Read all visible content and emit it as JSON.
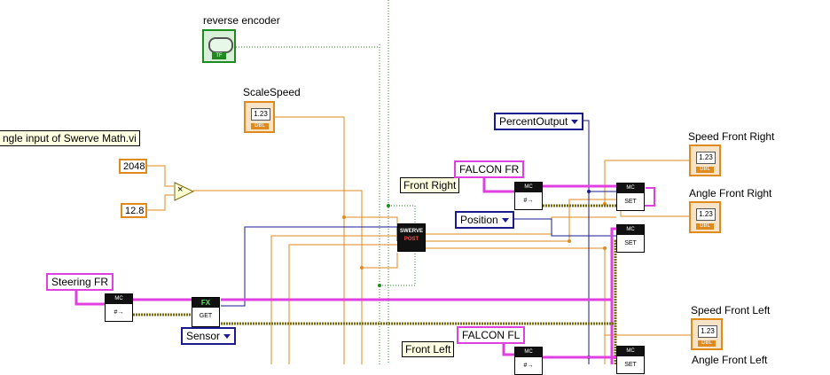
{
  "diagram": {
    "controls": {
      "reverse_encoder": {
        "label": "reverse encoder",
        "tag": "TF"
      },
      "scale_speed": {
        "label": "ScaleSpeed",
        "screen": "1.23",
        "tag": "DBL"
      }
    },
    "comments": {
      "angle_input": "ngle input of Swerve Math.vi",
      "front_right": "Front Right",
      "front_left": "Front Left"
    },
    "constants": {
      "encoder_ticks": "2048",
      "gear_ratio": "12.8"
    },
    "multiply_symbol": "×",
    "refnums": {
      "falcon_fr": "FALCON FR",
      "falcon_fl": "FALCON FL",
      "steering_fr": "Steering FR"
    },
    "enums": {
      "percent_output": "PercentOutput",
      "position": "Position",
      "sensor": "Sensor"
    },
    "vis": {
      "mc_top": "MC",
      "mc_fmt_body": "#→",
      "set_body": "SET",
      "fx_top": "FX",
      "get_body": "GET",
      "swerve_line1": "SWERVE",
      "swerve_line2": "POST"
    },
    "indicators": {
      "speed_front_right": {
        "label": "Speed Front Right",
        "screen": "1.23",
        "tag": "DBL"
      },
      "angle_front_right": {
        "label": "Angle Front Right",
        "screen": "1.23",
        "tag": "DBL"
      },
      "speed_front_left": {
        "label": "Speed Front Left",
        "screen": "1.23",
        "tag": "DBL"
      },
      "angle_front_left": {
        "label": "Angle Front Left"
      }
    },
    "colors": {
      "numeric_wire": "#e08a1e",
      "refnum_wire": "#e040e0",
      "enum_wire": "#1a1a8c",
      "boolean_wire": "#1f8a1f",
      "cluster_wire": "#7a6a10"
    }
  }
}
